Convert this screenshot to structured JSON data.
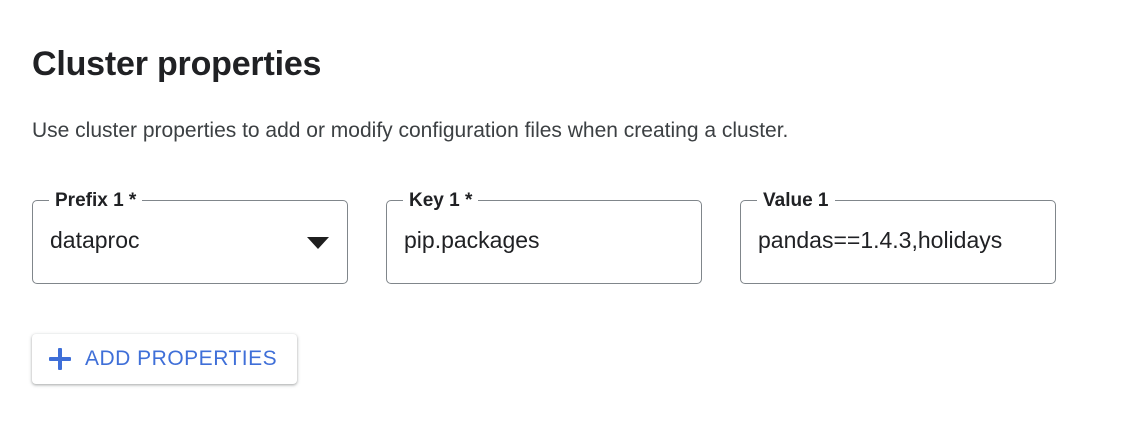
{
  "page": {
    "title": "Cluster properties",
    "description": "Use cluster properties to add or modify configuration files when creating a cluster."
  },
  "colors": {
    "accent_blue": "#3f6fd8",
    "text_primary": "#202124",
    "text_secondary": "#3c4043",
    "field_border": "#80868b",
    "background": "#ffffff"
  },
  "form": {
    "fields": [
      {
        "label": "Prefix 1 *",
        "value": "dataproc",
        "type": "select",
        "required": true,
        "icon": "chevron-down-icon"
      },
      {
        "label": "Key 1 *",
        "value": "pip.packages",
        "type": "text",
        "required": true
      },
      {
        "label": "Value 1",
        "value": "pandas==1.4.3,holidays",
        "type": "text",
        "required": false
      }
    ]
  },
  "actions": {
    "add_properties": {
      "label": "ADD PROPERTIES",
      "icon": "plus-icon"
    }
  }
}
